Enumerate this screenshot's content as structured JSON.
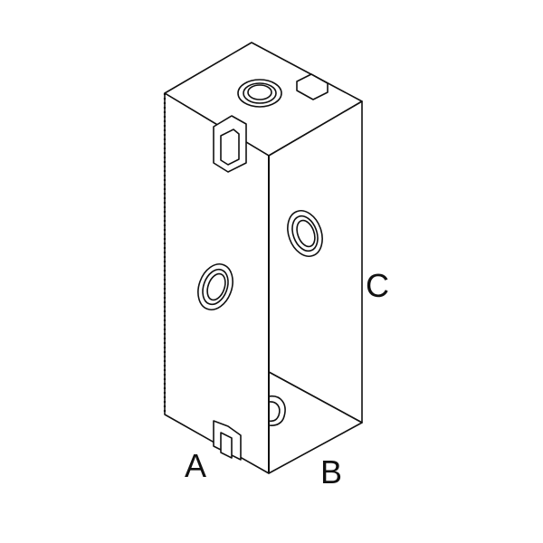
{
  "diagram": {
    "labels": {
      "a": "A",
      "b": "B",
      "c": "C"
    },
    "colors": {
      "line": "#111111",
      "fill": "#ffffff"
    }
  }
}
